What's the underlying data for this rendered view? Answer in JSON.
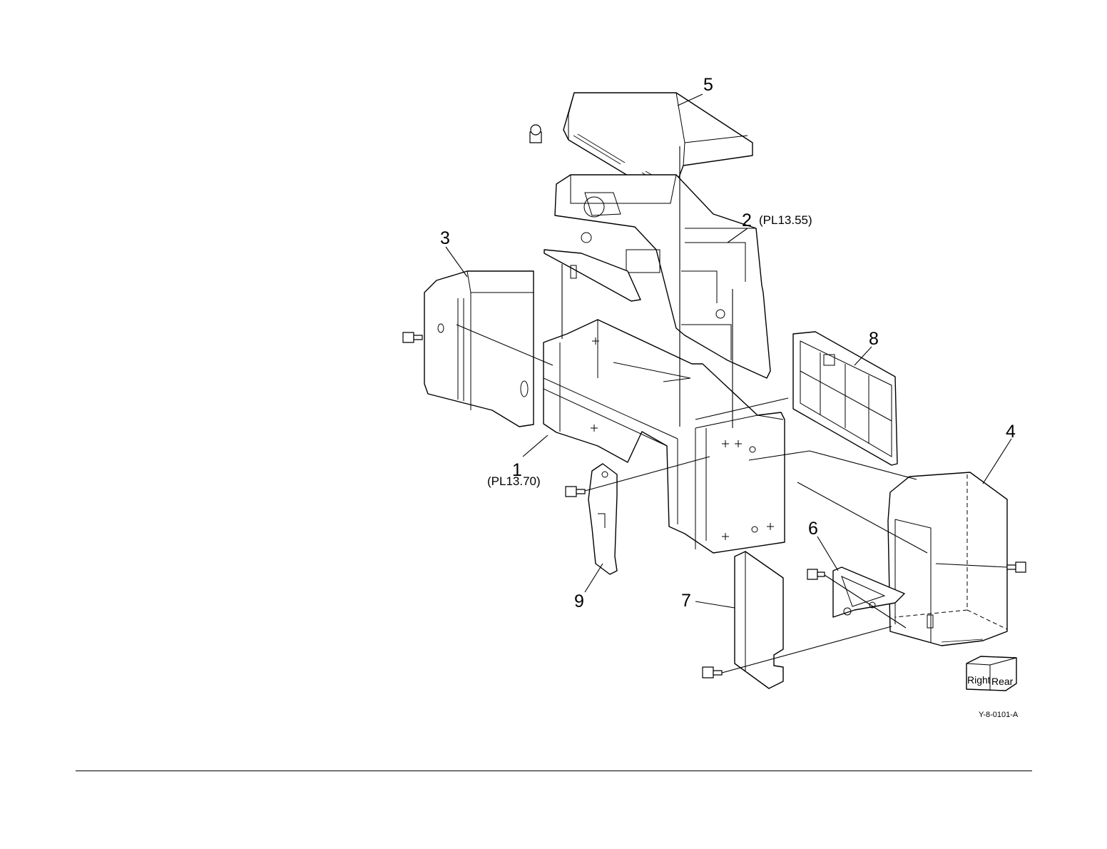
{
  "callouts": [
    {
      "number": "1",
      "reference": "(PL13.70)"
    },
    {
      "number": "2",
      "reference": "(PL13.55)"
    },
    {
      "number": "3"
    },
    {
      "number": "4"
    },
    {
      "number": "5"
    },
    {
      "number": "6"
    },
    {
      "number": "7"
    },
    {
      "number": "8"
    },
    {
      "number": "9"
    }
  ],
  "orientation": {
    "right": "Right",
    "rear": "Rear"
  },
  "figure_id": "Y-8-0101-A"
}
